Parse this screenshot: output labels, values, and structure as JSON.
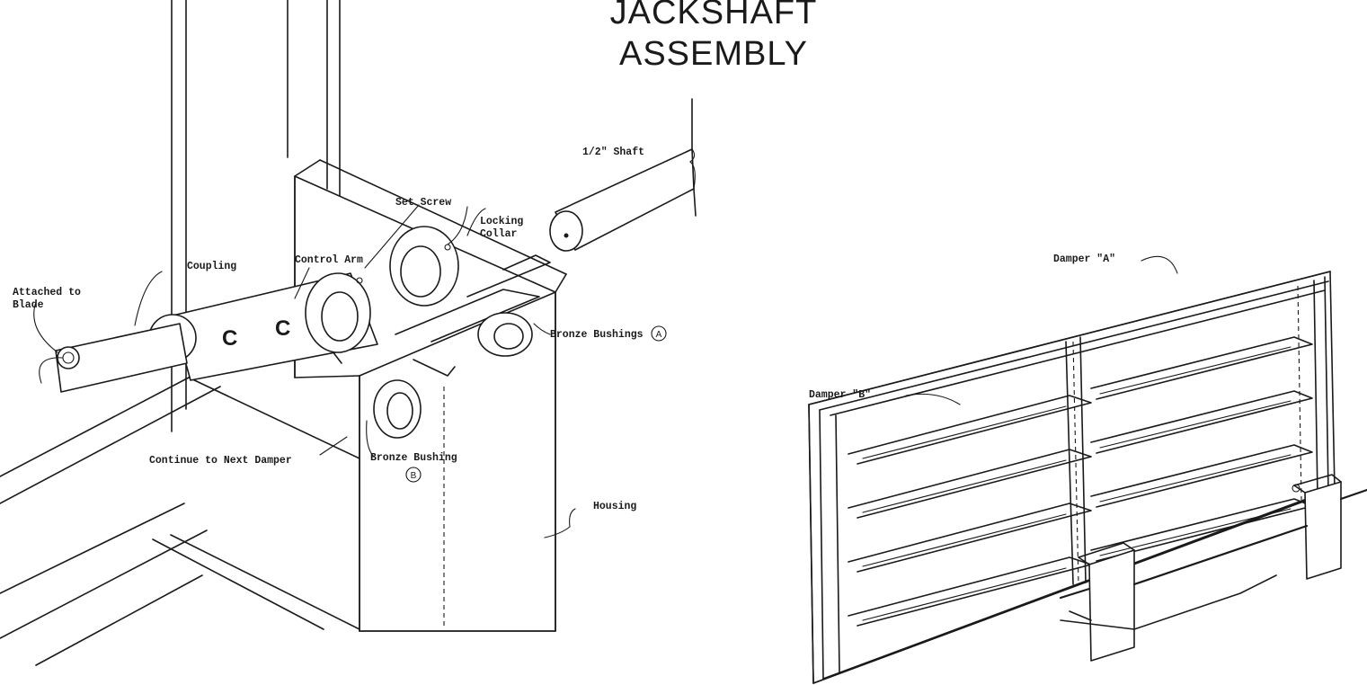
{
  "title": {
    "line1": "JACKSHAFT",
    "line2": "ASSEMBLY"
  },
  "labels": {
    "shaft": "1/2\" Shaft",
    "set_screw": "Set Screw",
    "locking_collar_1": "Locking",
    "locking_collar_2": "Collar",
    "control_arm": "Control Arm",
    "coupling": "Coupling",
    "attached_1": "Attached to",
    "attached_2": "Blade",
    "bronze_bushings": "Bronze Bushings",
    "bushing_a_mark": "A",
    "bronze_bushing": "Bronze Bushing",
    "bushing_b_mark": "B",
    "continue": "Continue to Next Damper",
    "housing": "Housing",
    "damper_a": "Damper \"A\"",
    "damper_b": "Damper \"B\"",
    "coupling_mark": "C"
  }
}
